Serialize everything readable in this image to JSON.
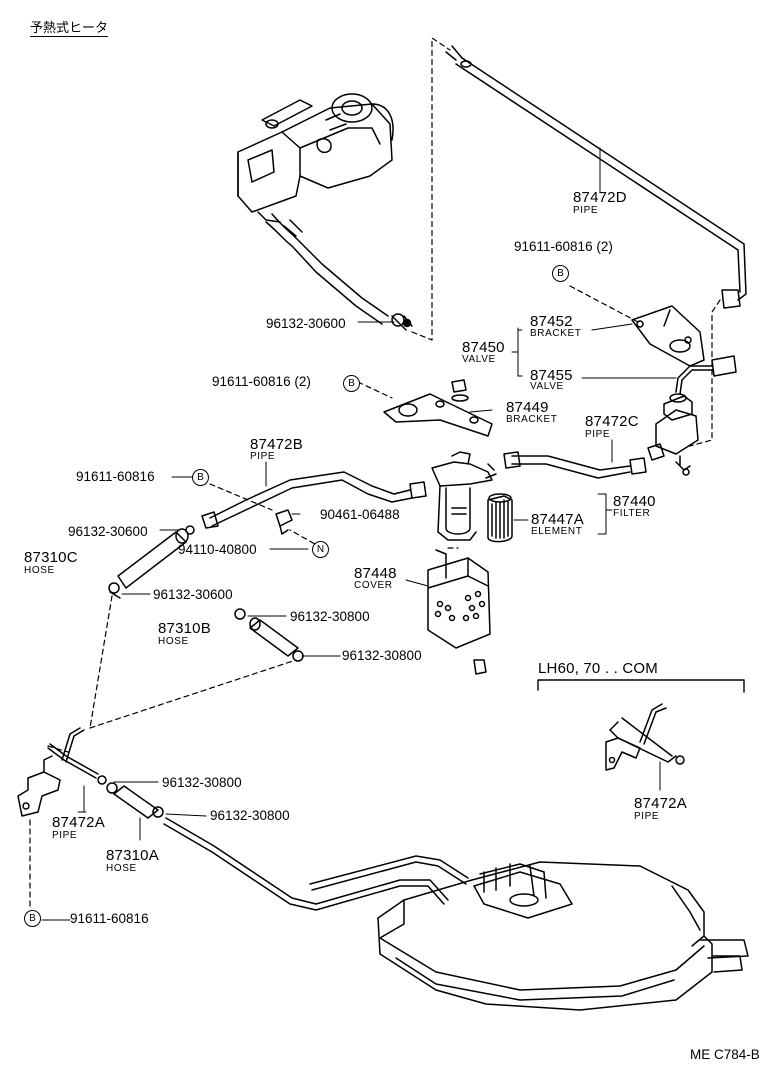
{
  "header": {
    "title": "予熱式ヒータ"
  },
  "footer": {
    "code": "ME  C784-B"
  },
  "symbols": {
    "bolt": "B",
    "nut": "N"
  },
  "variant": {
    "label": "LH60, 70 . . COM"
  },
  "parts": {
    "p87472D": {
      "number": "87472D",
      "name": "PIPE"
    },
    "p91611_60816_2a": {
      "number": "91611-60816 (2)"
    },
    "p87452": {
      "number": "87452",
      "name": "BRACKET"
    },
    "p87450": {
      "number": "87450",
      "name": "VALVE"
    },
    "p87455": {
      "number": "87455",
      "name": "VALVE"
    },
    "p96132_30600_top": {
      "number": "96132-30600"
    },
    "p91611_60816_2b": {
      "number": "91611-60816 (2)"
    },
    "p87449": {
      "number": "87449",
      "name": "BRACKET"
    },
    "p87472C": {
      "number": "87472C",
      "name": "PIPE"
    },
    "p87472B": {
      "number": "87472B",
      "name": "PIPE"
    },
    "p91611_60816_mid": {
      "number": "91611-60816"
    },
    "p90461_06488": {
      "number": "90461-06488"
    },
    "p87440": {
      "number": "87440",
      "name": "FILTER"
    },
    "p87447A": {
      "number": "87447A",
      "name": "ELEMENT"
    },
    "p96132_30600_a": {
      "number": "96132-30600"
    },
    "p94110_40800": {
      "number": "94110-40800"
    },
    "p87310C": {
      "number": "87310C",
      "name": "HOSE"
    },
    "p96132_30600_b": {
      "number": "96132-30600"
    },
    "p87448": {
      "number": "87448",
      "name": "COVER"
    },
    "p96132_30800_a": {
      "number": "96132-30800"
    },
    "p87310B": {
      "number": "87310B",
      "name": "HOSE"
    },
    "p96132_30800_b": {
      "number": "96132-30800"
    },
    "p96132_30800_c": {
      "number": "96132-30800"
    },
    "p96132_30800_d": {
      "number": "96132-30800"
    },
    "p87472A": {
      "number": "87472A",
      "name": "PIPE"
    },
    "p87310A": {
      "number": "87310A",
      "name": "HOSE"
    },
    "p91611_60816_bot": {
      "number": "91611-60816"
    },
    "p87472A_alt": {
      "number": "87472A",
      "name": "PIPE"
    }
  }
}
